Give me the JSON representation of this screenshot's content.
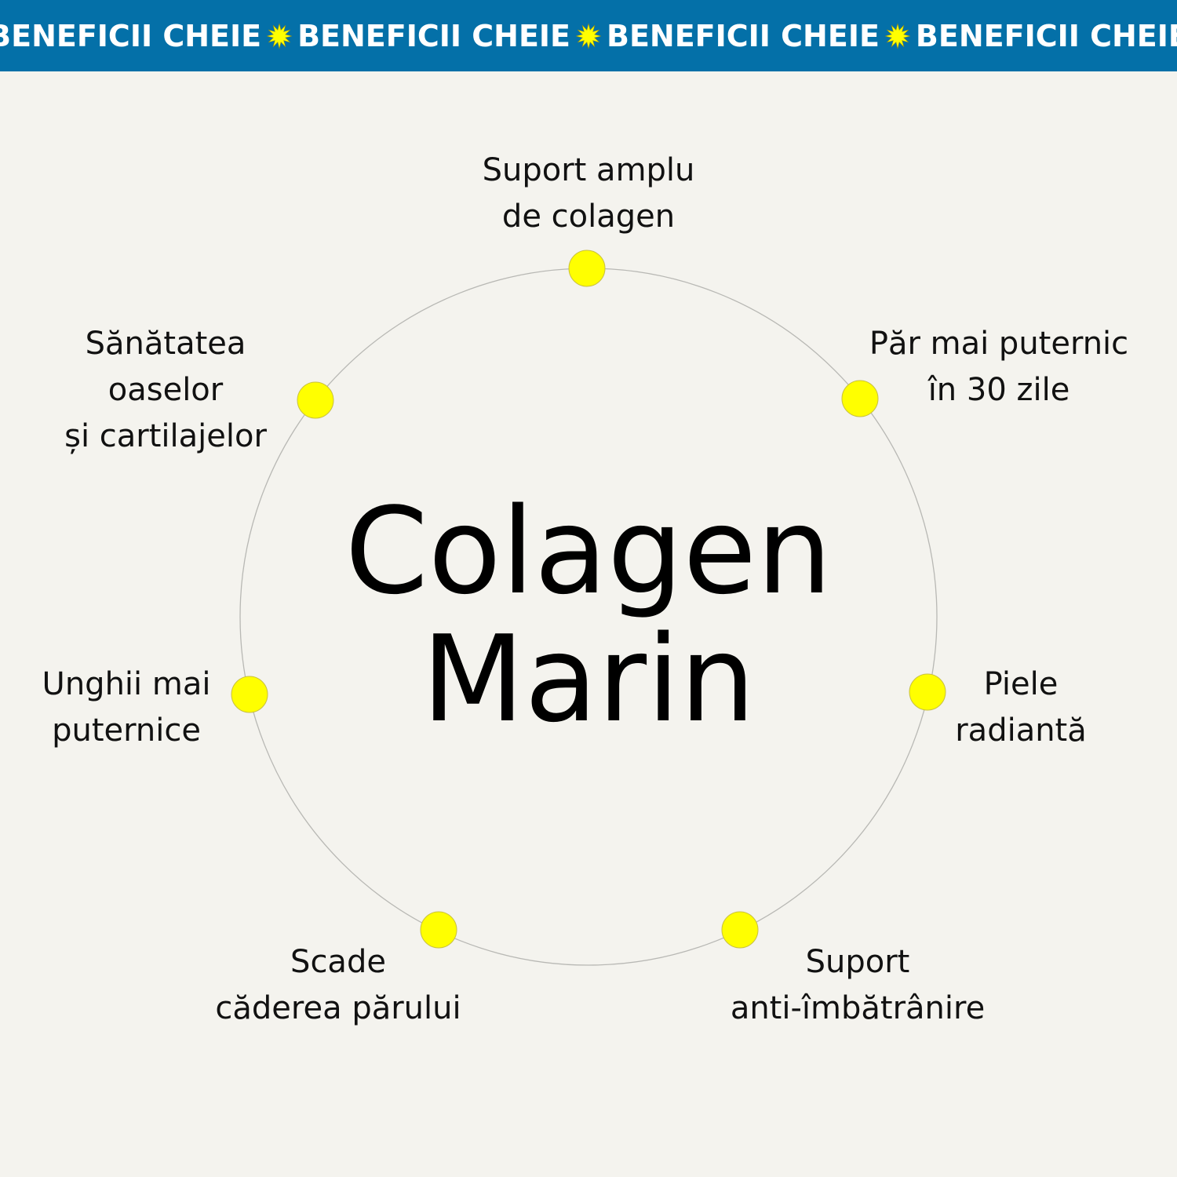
{
  "banner": {
    "text": "BENEFICII CHEIE",
    "repeat": 4,
    "background": "#0470a8",
    "separator_icon": "sunburst-star-icon",
    "separator_color": "#ffff00"
  },
  "title": {
    "line1": "Colagen",
    "line2": "Marin"
  },
  "dot_color": "#ffff00",
  "benefits": [
    {
      "line1": "Suport amplu",
      "line2": "de colagen"
    },
    {
      "line1": "Păr mai puternic",
      "line2": "în 30 zile"
    },
    {
      "line1": "Piele",
      "line2": "radiantă"
    },
    {
      "line1": "Suport",
      "line2": "anti-îmbătrânire"
    },
    {
      "line1": "Scade",
      "line2": "căderea părului"
    },
    {
      "line1": "Unghii mai",
      "line2": "puternice"
    },
    {
      "line1": "Sănătatea",
      "line2": "oaselor",
      "line3": "și cartilajelor"
    }
  ]
}
